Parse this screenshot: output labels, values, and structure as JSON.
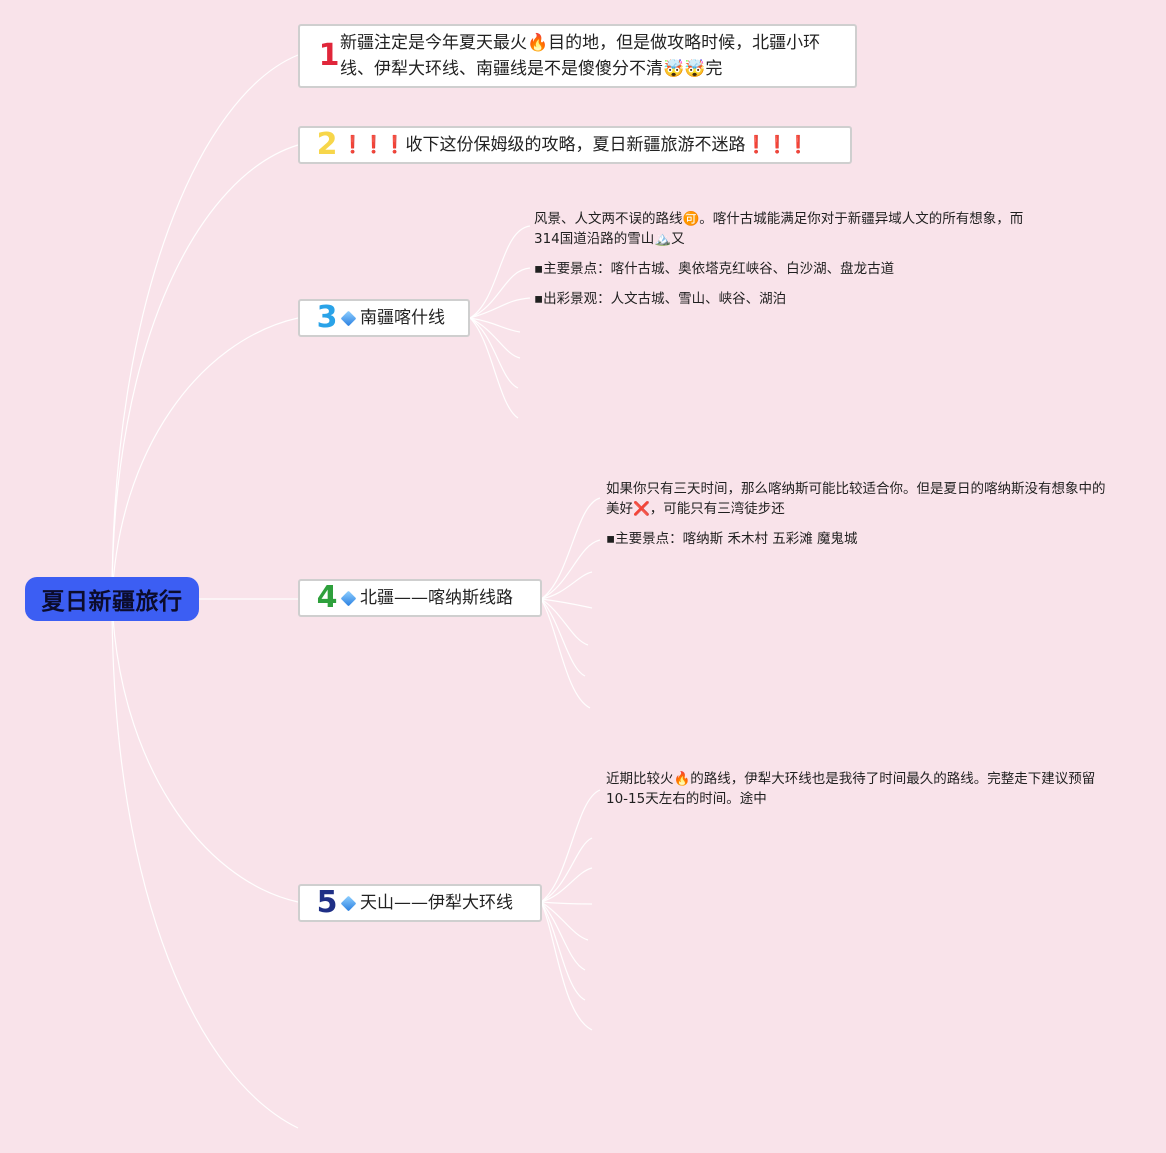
{
  "root": {
    "title": "夏日新疆旅行",
    "color": "#3c5ef3"
  },
  "branches": [
    {
      "num": "1",
      "num_color": "#e0263a",
      "text": "新疆注定是今年夏天最火🔥目的地，但是做攻略时候，北疆小环线、伊犁大环线、南疆线是不是傻傻分不清🤯🤯完"
    },
    {
      "num": "2",
      "num_color": "#f7d64a",
      "text": "❗❗❗收下这份保姆级的攻略，夏日新疆旅游不迷路❗❗❗"
    },
    {
      "num": "3",
      "num_color": "#2aa3e8",
      "text": "南疆喀什线",
      "details": [
        "风景、人文两不误的路线🉑。喀什古城能满足你对于新疆异域人文的所有想象，而314国道沿路的雪山🏔️又",
        "▪主要景点：喀什古城、奥依塔克红峡谷、白沙湖、盘龙古道",
        "▪出彩景观：人文古城、雪山、峡谷、湖泊"
      ]
    },
    {
      "num": "4",
      "num_color": "#2ea03c",
      "text": "北疆——喀纳斯线路",
      "details": [
        "如果你只有三天时间，那么喀纳斯可能比较适合你。但是夏日的喀纳斯没有想象中的美好❌，可能只有三湾徒步还",
        "▪主要景点：喀纳斯 禾木村 五彩滩 魔鬼城"
      ]
    },
    {
      "num": "5",
      "num_color": "#1f2f86",
      "text": "天山——伊犁大环线",
      "details": [
        "近期比较火🔥的路线，伊犁大环线也是我待了时间最久的路线。完整走下建议预留10-15天左右的时间。途中"
      ]
    }
  ]
}
